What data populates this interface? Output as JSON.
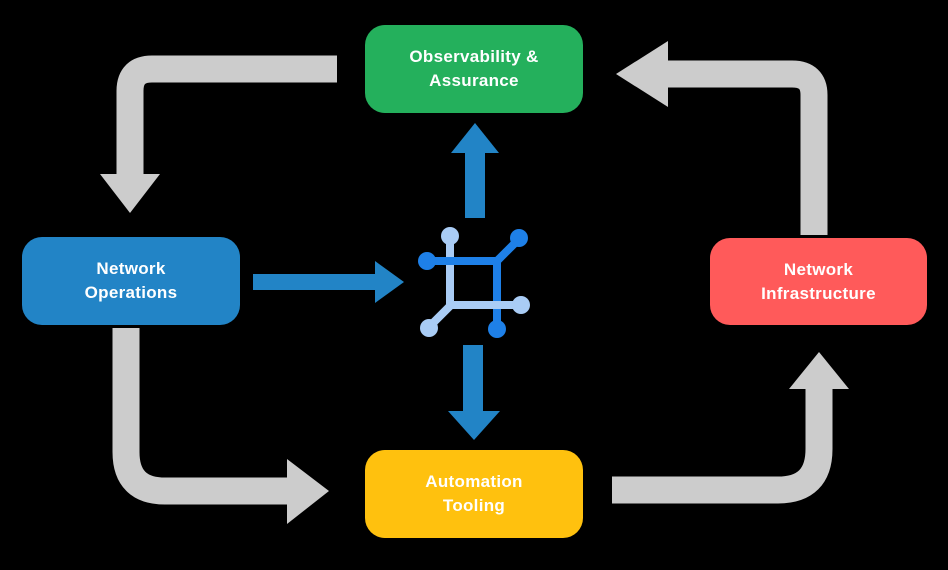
{
  "colors": {
    "background": "#000000",
    "node_green": "#24B05C",
    "node_blue": "#2284C6",
    "node_red": "#FF5A5A",
    "node_yellow": "#FFC10E",
    "arrow_gray": "#CCCCCC",
    "arrow_blue": "#2284C6",
    "icon_dark_blue": "#1E80E8",
    "icon_light_blue": "#A9CCF5",
    "label_text": "#FFFFFF"
  },
  "nodes": [
    {
      "id": "observability",
      "label": "Observability &\nAssurance",
      "color": "#24B05C",
      "position": "top"
    },
    {
      "id": "operations",
      "label": "Network\nOperations",
      "color": "#2284C6",
      "position": "left"
    },
    {
      "id": "infrastructure",
      "label": "Network\nInfrastructure",
      "color": "#FF5A5A",
      "position": "right"
    },
    {
      "id": "automation",
      "label": "Automation\nTooling",
      "color": "#FFC10E",
      "position": "bottom"
    }
  ],
  "center_icon": {
    "name": "network-fabric-icon",
    "dark_color": "#1E80E8",
    "light_color": "#A9CCF5"
  },
  "flows": [
    {
      "from": "observability",
      "to": "operations",
      "style": "gray-elbow"
    },
    {
      "from": "operations",
      "to": "automation",
      "style": "gray-elbow"
    },
    {
      "from": "automation",
      "to": "infrastructure",
      "style": "gray-elbow"
    },
    {
      "from": "infrastructure",
      "to": "observability",
      "style": "gray-elbow"
    },
    {
      "from": "operations",
      "to": "center-icon",
      "style": "blue-straight"
    },
    {
      "from": "center-icon",
      "to": "observability",
      "style": "blue-straight"
    },
    {
      "from": "center-icon",
      "to": "automation",
      "style": "blue-straight"
    }
  ]
}
